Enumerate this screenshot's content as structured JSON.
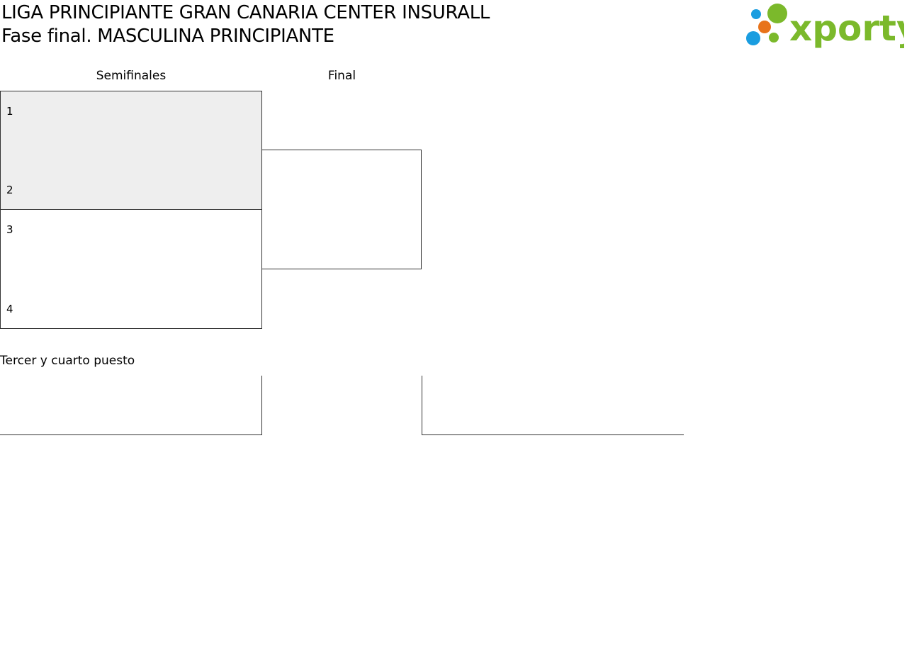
{
  "header": {
    "title_line1": "LIGA PRINCIPIANTE GRAN CANARIA CENTER INSURALL",
    "title_line2": "Fase final. MASCULINA PRINCIPIANTE",
    "logo_text": "xporty"
  },
  "colors": {
    "logo_green": "#7bb92b",
    "logo_blue": "#1a9de0",
    "logo_orange": "#e8731a",
    "highlight_match_bg": "#eeeeee",
    "border": "#333333"
  },
  "bracket": {
    "round_semifinals": "Semifinales",
    "round_final": "Final",
    "semifinal_1": {
      "seed_top": "1",
      "seed_bottom": "2",
      "highlighted": true
    },
    "semifinal_2": {
      "seed_top": "3",
      "seed_bottom": "4",
      "highlighted": false
    }
  },
  "third_place": {
    "title": "Tercer y cuarto puesto"
  }
}
